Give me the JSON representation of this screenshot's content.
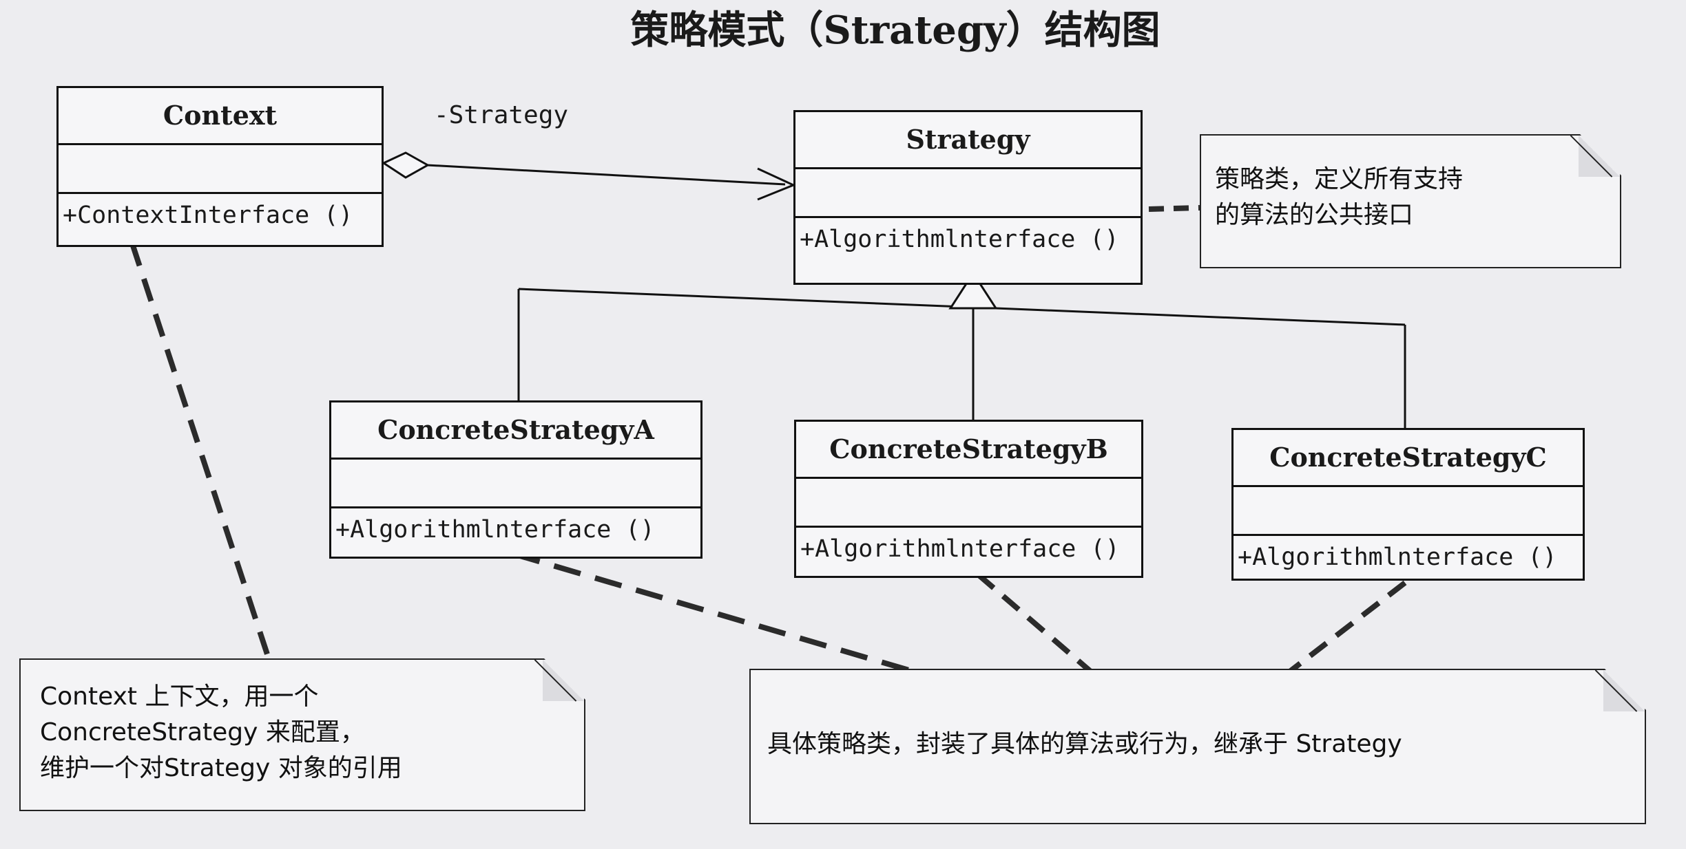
{
  "diagram": {
    "title": "策略模式（Strategy）结构图",
    "association_label": "-Strategy",
    "classes": {
      "context": {
        "name": "Context",
        "method": "+ContextInterface ()"
      },
      "strategy": {
        "name": "Strategy",
        "method": "+Algorithmlnterface ()"
      },
      "concrete_a": {
        "name": "ConcreteStrategyA",
        "method": "+Algorithmlnterface ()"
      },
      "concrete_b": {
        "name": "ConcreteStrategyB",
        "method": "+Algorithmlnterface ()"
      },
      "concrete_c": {
        "name": "ConcreteStrategyC",
        "method": "+Algorithmlnterface ()"
      }
    },
    "notes": {
      "strategy_note": "策略类，定义所有支持\n的算法的公共接口",
      "context_note": "Context 上下文，用一个\nConcreteStrategy 来配置，\n维护一个对Strategy 对象的引用",
      "concrete_note": "具体策略类，封装了具体的算法或行为，继承于 Strategy"
    },
    "colors": {
      "line": "#111111",
      "paper": "#ededf0",
      "box_fill": "#f6f6f8"
    }
  }
}
